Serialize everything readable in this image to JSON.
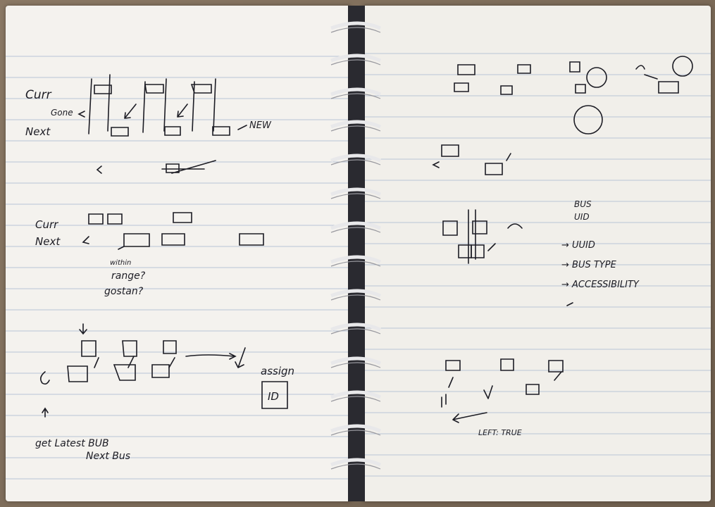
{
  "left_page": {
    "curr_label_1": "Curr",
    "gone_label": "Gone",
    "next_label_1": "Next",
    "new_label": "NEW",
    "curr_label_2": "Curr",
    "next_label_2": "Next",
    "question_line_1": "within",
    "question_line_2": "range?",
    "question_line_3": "gostan?",
    "assign_label": "assign",
    "id_label": "ID",
    "footer_line_1": "get Latest BUB",
    "footer_line_2": "Next Bus"
  },
  "right_page": {
    "bus_label": "BUS",
    "uid_label": "UID",
    "list_item_1": "→ UUID",
    "list_item_2": "→ BUS TYPE",
    "list_item_3": "→ ACCESSIBILITY",
    "left_true_label": "LEFT: TRUE"
  }
}
